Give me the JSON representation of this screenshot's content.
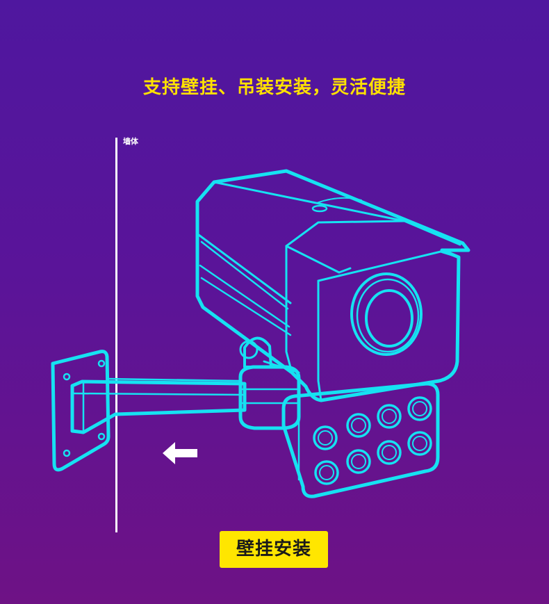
{
  "headline": "支持壁挂、吊装安装，灵活便捷",
  "wall_label": "墙体",
  "install_badge": "壁挂安装",
  "colors": {
    "background_top": "#4f179f",
    "background_bottom": "#6e1285",
    "outline": "#16e2f2",
    "accent": "#ffe600",
    "wall": "#ffffff"
  },
  "icons": {
    "arrow": "left-arrow-icon",
    "camera": "bullet-camera-icon"
  }
}
